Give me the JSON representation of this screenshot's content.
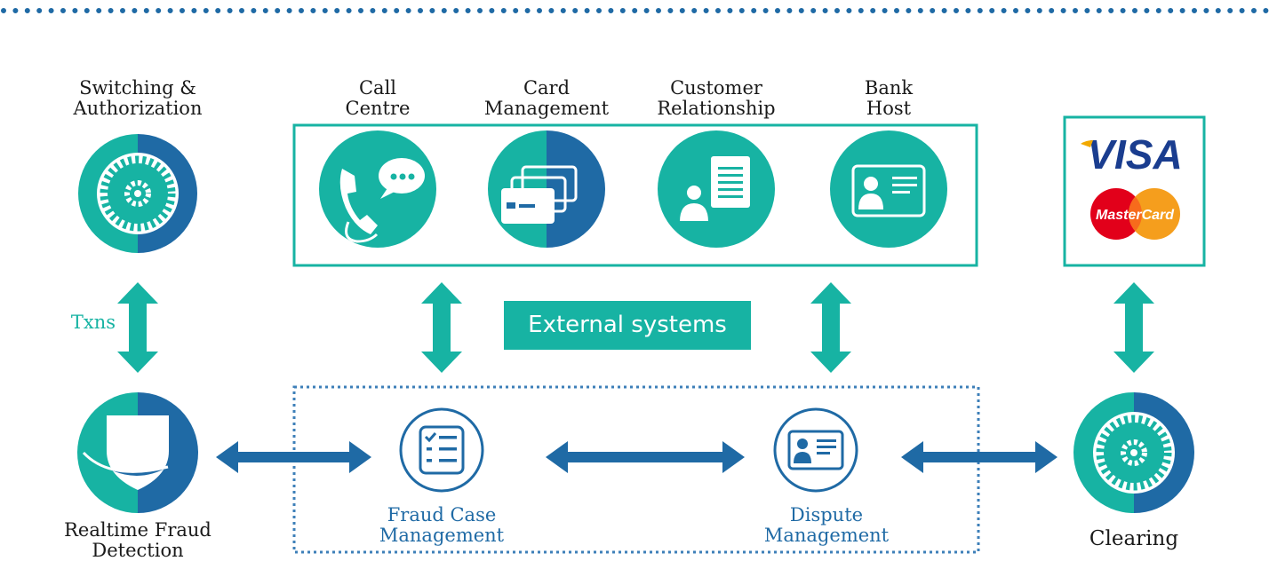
{
  "nodes": {
    "switching": {
      "line1": "Switching &",
      "line2": "Authorization"
    },
    "call_centre": {
      "line1": "Call",
      "line2": "Centre"
    },
    "card_management": {
      "line1": "Card",
      "line2": "Management"
    },
    "customer_relationship": {
      "line1": "Customer",
      "line2": "Relationship"
    },
    "bank_host": {
      "line1": "Bank",
      "line2": "Host"
    },
    "realtime_fraud": {
      "line1": "Realtime Fraud",
      "line2": "Detection"
    },
    "fraud_case": {
      "line1": "Fraud Case",
      "line2": "Management"
    },
    "dispute": {
      "line1": "Dispute",
      "line2": "Management"
    },
    "clearing": {
      "label": "Clearing"
    }
  },
  "external_systems": "External systems",
  "txns": "Txns",
  "brands": {
    "visa": "VISA",
    "mastercard": "MasterCard"
  },
  "colors": {
    "teal": "#17b3a3",
    "blue": "#1f6aa5",
    "text": "#1a1a1a"
  },
  "icons": [
    "gear-icon",
    "phone-chat-icon",
    "credit-cards-icon",
    "profile-document-icon",
    "id-card-icon",
    "shield-icon",
    "checklist-icon",
    "id-card-icon",
    "gear-icon"
  ]
}
